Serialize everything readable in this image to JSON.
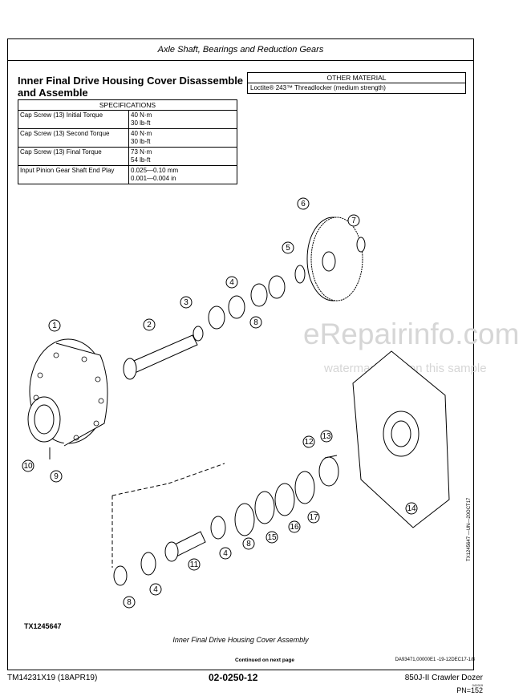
{
  "header": {
    "section_title": "Axle Shaft, Bearings and Reduction Gears"
  },
  "main": {
    "title_line1": "Inner Final Drive Housing Cover Disassemble",
    "title_line2": "and Assemble"
  },
  "specifications": {
    "heading": "SPECIFICATIONS",
    "rows": [
      {
        "label": "Cap Screw (13) Initial Torque",
        "value1": "40 N·m",
        "value2": "30 lb-ft"
      },
      {
        "label": "Cap Screw (13) Second Torque",
        "value1": "40 N·m",
        "value2": "30 lb-ft"
      },
      {
        "label": "Cap Screw (13) Final Torque",
        "value1": "73 N·m",
        "value2": "54 lb-ft"
      },
      {
        "label": "Input Pinion Gear Shaft End Play",
        "value1": "0.025—0.10 mm",
        "value2": "0.001—0.004 in"
      }
    ]
  },
  "other_material": {
    "heading": "OTHER MATERIAL",
    "item": "Loctite® 243™ Threadlocker (medium strength)"
  },
  "diagram": {
    "callouts": [
      "1",
      "2",
      "3",
      "4",
      "5",
      "6",
      "7",
      "8",
      "9",
      "10",
      "11",
      "12",
      "13",
      "14",
      "15",
      "16",
      "17",
      "4",
      "8",
      "4",
      "8"
    ],
    "figure_id": "TX1245647",
    "side_id": "TX1245647 —UN—20OCT17",
    "caption": "Inner Final Drive Housing Cover Assembly"
  },
  "watermark": {
    "line1": "eRepairinfo.com",
    "line2": "watermark only on this sample"
  },
  "footer": {
    "continued": "Continued on next page",
    "doc_id": "DA93471,00000E1 -19-12DEC17-1/8",
    "manual": "TM14231X19 (18APR19)",
    "page": "02-0250-12",
    "machine": "850J-II Crawler Dozer",
    "date_small": "041919",
    "pn": "PN=152"
  }
}
